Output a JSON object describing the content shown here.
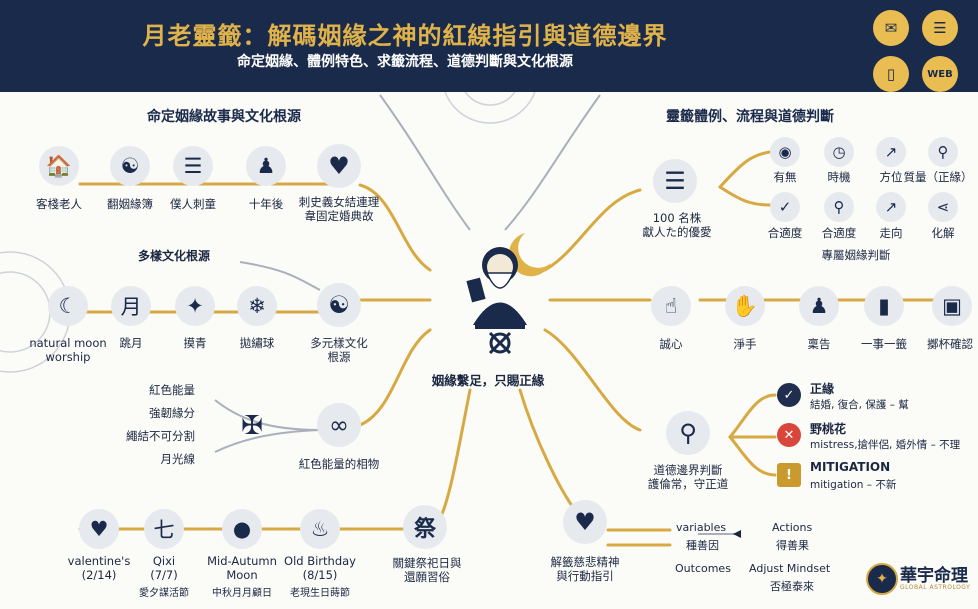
{
  "header": {
    "title": "月老靈籤：解碼姻緣之神的紅線指引與道德邊界",
    "subtitle": "命定姻緣、體例特色、求籤流程、道德判斷與文化根源",
    "buttons": [
      {
        "icon": "chat-bubbles-icon",
        "label": ""
      },
      {
        "icon": "message-icon",
        "label": ""
      },
      {
        "icon": "phone-icon",
        "label": ""
      },
      {
        "icon": "web-icon",
        "label": "WEB"
      }
    ]
  },
  "sections": {
    "left": "命定姻緣故事與文化根源",
    "right": "靈籤體例、流程與道德判斷"
  },
  "center": {
    "icon": "yuelao-old-man-icon",
    "label": "姻緣繫足，只賜正緣"
  },
  "story": {
    "items": [
      {
        "label": "客棧老人",
        "icon": "inn-icon"
      },
      {
        "label": "翻姻緣簿",
        "icon": "old-man-reading-icon"
      },
      {
        "label": "僕人刺童",
        "icon": "book-icon"
      },
      {
        "label": "十年後",
        "icon": "family-icon"
      }
    ],
    "hub": {
      "label": "刺史義女結連理\n韋固定婚典故",
      "icon": "couple-icon"
    }
  },
  "culture": {
    "heading": "多樣文化根源",
    "items": [
      {
        "label": "natural moon\nworship",
        "icon": "moon-icon"
      },
      {
        "label": "跳月",
        "icon": "moon-character-icon"
      },
      {
        "label": "摸青",
        "icon": "dancer-icon"
      },
      {
        "label": "拋繡球",
        "icon": "embroidered-ball-icon"
      }
    ],
    "hub": {
      "label": "多元樣文化\n根源",
      "icon": "yin-yang-icon"
    }
  },
  "redthread": {
    "list": [
      "紅色能量",
      "強韌緣分",
      "繩結不可分割",
      "月光線"
    ],
    "knot_icon": "knot-icon",
    "hub": {
      "label": "紅色能量的相物",
      "icon": "rope-knot-icon"
    }
  },
  "festivals": {
    "items": [
      {
        "label": "valentine's\n(2/14)",
        "note": "",
        "icon": "heart-icon"
      },
      {
        "label": "Qixi\n(7/7)",
        "note": "愛夕謀活節",
        "icon": "qixi-icon"
      },
      {
        "label": "Mid-Autumn\nMoon",
        "note": "中秋月月顧日",
        "icon": "full-moon-icon"
      },
      {
        "label": "Old Birthday\n(8/15)",
        "note": "老現生日蒔節",
        "icon": "cake-icon"
      }
    ],
    "hub": {
      "label": "關鍵祭祀日與\n還願習俗",
      "icon": "ji-character-icon",
      "glyph": "祭"
    }
  },
  "lots": {
    "hub": {
      "label": "100 名株\n獻人た的優愛",
      "icon": "bamboo-sticks-icon"
    },
    "grid": [
      {
        "label": "有無",
        "icon": "eye-icon"
      },
      {
        "label": "時機",
        "icon": "clock-icon"
      },
      {
        "label": "方位",
        "icon": "compass-icon"
      },
      {
        "label": "質量（正緣）",
        "icon": "search-icon"
      },
      {
        "label": "合適度",
        "icon": "check-icon"
      },
      {
        "label": "合適度",
        "icon": "hierarchy-icon"
      },
      {
        "label": "走向",
        "icon": "arrow-icon"
      },
      {
        "label": "化解",
        "icon": "share-icon"
      }
    ],
    "grid_caption": "專屬姻緣判斷"
  },
  "process": {
    "items": [
      {
        "label": "誠心",
        "icon": "praying-hands-icon"
      },
      {
        "label": "淨手",
        "icon": "washing-hands-icon"
      },
      {
        "label": "稟告",
        "icon": "praying-person-icon"
      },
      {
        "label": "一事一籤",
        "icon": "single-stick-icon"
      },
      {
        "label": "擲杯確認",
        "icon": "blocks-icon"
      }
    ]
  },
  "ethics": {
    "hub": {
      "label": "道德邊界判斷\n護倫常，守正道",
      "icon": "org-chart-icon"
    },
    "outcomes": [
      {
        "title": "正緣",
        "desc": "結婚, 復合, 保護 – 幫",
        "icon": "check-circle-icon",
        "color": "#1f2d4f"
      },
      {
        "title": "野桃花",
        "desc": "mistress,搶伴侶, 婚外情 – 不理",
        "icon": "x-circle-icon",
        "color": "#d9463b"
      },
      {
        "title": "MITIGATION",
        "desc": "mitigation – 不新",
        "icon": "warning-icon",
        "color": "#c99a2e"
      }
    ]
  },
  "compassion": {
    "hub": {
      "label": "解籤慈悲精神\n與行動指引",
      "icon": "heart-hand-icon"
    },
    "variables": "variables",
    "variables_note": "種善因",
    "actions": "Actions",
    "actions_note": "得善果",
    "outcomes": "Outcomes",
    "mindset": "Adjust Mindset",
    "mindset_note": "否極泰來"
  },
  "brand": {
    "name": "華宇命理",
    "sub": "GLOBAL ASTROLOGY",
    "icon": "brand-seal-icon"
  },
  "colors": {
    "navy": "#1a2a4a",
    "gold": "#d7a942",
    "bg": "#fbfbf8"
  }
}
